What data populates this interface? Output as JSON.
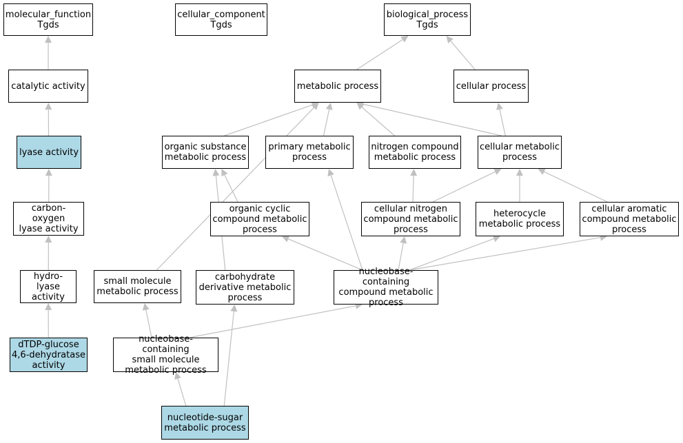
{
  "colors": {
    "highlight": "#add8e6",
    "edge": "#c0c0c0",
    "border": "#000000"
  },
  "nodes": {
    "mf_root": {
      "label": "molecular_function\nTgds",
      "highlighted": false
    },
    "cc_root": {
      "label": "cellular_component\nTgds",
      "highlighted": false
    },
    "bp_root": {
      "label": "biological_process\nTgds",
      "highlighted": false
    },
    "catalytic": {
      "label": "catalytic activity",
      "highlighted": false
    },
    "lyase": {
      "label": "lyase activity",
      "highlighted": true
    },
    "co_lyase": {
      "label": "carbon-oxygen\nlyase activity",
      "highlighted": false
    },
    "hydro_lyase": {
      "label": "hydro-lyase\nactivity",
      "highlighted": false
    },
    "dtdp": {
      "label": "dTDP-glucose\n4,6-dehydratase\nactivity",
      "highlighted": true
    },
    "metabolic": {
      "label": "metabolic process",
      "highlighted": false
    },
    "cellular_proc": {
      "label": "cellular process",
      "highlighted": false
    },
    "org_subst": {
      "label": "organic substance\nmetabolic process",
      "highlighted": false
    },
    "primary": {
      "label": "primary metabolic\nprocess",
      "highlighted": false
    },
    "nitrogen": {
      "label": "nitrogen compound\nmetabolic process",
      "highlighted": false
    },
    "cell_metab": {
      "label": "cellular metabolic\nprocess",
      "highlighted": false
    },
    "org_cyclic": {
      "label": "organic cyclic\ncompound metabolic\nprocess",
      "highlighted": false
    },
    "cell_nitrogen": {
      "label": "cellular nitrogen\ncompound metabolic\nprocess",
      "highlighted": false
    },
    "heterocycle": {
      "label": "heterocycle\nmetabolic process",
      "highlighted": false
    },
    "cell_aromatic": {
      "label": "cellular aromatic\ncompound metabolic\nprocess",
      "highlighted": false
    },
    "small_mol": {
      "label": "small molecule\nmetabolic process",
      "highlighted": false
    },
    "carb_deriv": {
      "label": "carbohydrate\nderivative metabolic\nprocess",
      "highlighted": false
    },
    "nucleobase": {
      "label": "nucleobase-containing\ncompound metabolic\nprocess",
      "highlighted": false
    },
    "nb_small": {
      "label": "nucleobase-containing\nsmall molecule\nmetabolic process",
      "highlighted": false
    },
    "nuc_sugar": {
      "label": "nucleotide-sugar\nmetabolic process",
      "highlighted": true
    }
  },
  "edges": [
    [
      "catalytic",
      "mf_root"
    ],
    [
      "lyase",
      "catalytic"
    ],
    [
      "co_lyase",
      "lyase"
    ],
    [
      "hydro_lyase",
      "co_lyase"
    ],
    [
      "dtdp",
      "hydro_lyase"
    ],
    [
      "metabolic",
      "bp_root"
    ],
    [
      "cellular_proc",
      "bp_root"
    ],
    [
      "org_subst",
      "metabolic"
    ],
    [
      "primary",
      "metabolic"
    ],
    [
      "nitrogen",
      "metabolic"
    ],
    [
      "cell_metab",
      "metabolic"
    ],
    [
      "small_mol",
      "metabolic"
    ],
    [
      "cell_metab",
      "cellular_proc"
    ],
    [
      "org_cyclic",
      "org_subst"
    ],
    [
      "carb_deriv",
      "org_subst"
    ],
    [
      "cell_nitrogen",
      "nitrogen"
    ],
    [
      "cell_nitrogen",
      "cell_metab"
    ],
    [
      "heterocycle",
      "cell_metab"
    ],
    [
      "cell_aromatic",
      "cell_metab"
    ],
    [
      "nucleobase",
      "org_cyclic"
    ],
    [
      "nucleobase",
      "primary"
    ],
    [
      "nucleobase",
      "cell_nitrogen"
    ],
    [
      "nucleobase",
      "heterocycle"
    ],
    [
      "nucleobase",
      "cell_aromatic"
    ],
    [
      "nb_small",
      "small_mol"
    ],
    [
      "nb_small",
      "nucleobase"
    ],
    [
      "nuc_sugar",
      "nb_small"
    ],
    [
      "nuc_sugar",
      "carb_deriv"
    ]
  ]
}
